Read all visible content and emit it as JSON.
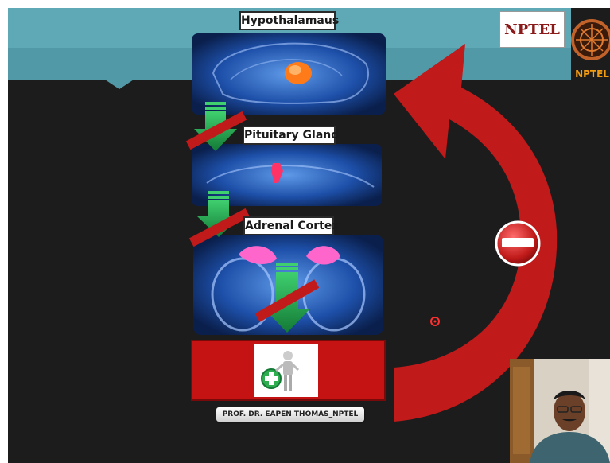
{
  "slide": {
    "labels": {
      "hypothalamus": "Hypothalamaus",
      "pituitary": "Pituitary Gland",
      "adrenal": "Adrenal Cortex"
    },
    "credit": "PROF. DR. EAPEN THOMAS_NPTEL"
  },
  "branding": {
    "logo_text": "NPTEL",
    "side_text": "NPTEL"
  },
  "colors": {
    "background": "#1c1c1c",
    "header_teal": "#5fa8b5",
    "arrow_red": "#c01a1a",
    "down_arrow_green": "#1e9a4a",
    "panel_blue": "#1d4fa8",
    "gland_pink": "#ff66cc",
    "box_red": "#c51313",
    "nptel_orange": "#f39c12"
  },
  "icons": [
    "brain-illustration-icon",
    "pituitary-illustration-icon",
    "adrenal-illustration-icon",
    "down-arrow-icon",
    "no-entry-icon",
    "person-plus-icon",
    "nptel-wheel-icon",
    "laser-pointer-icon"
  ]
}
